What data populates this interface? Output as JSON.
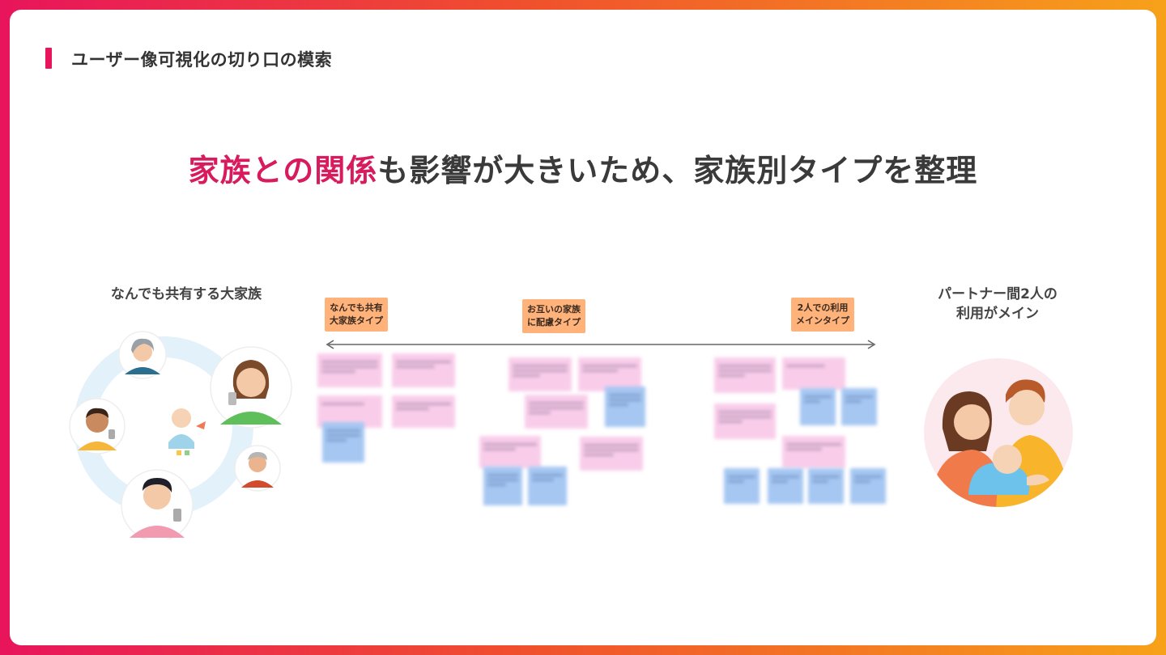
{
  "section_title": "ユーザー像可視化の切り口の模索",
  "headline": {
    "highlight": "家族との関係",
    "rest": "も影響が大きいため、家族別タイプを整理"
  },
  "left_persona": {
    "label": "なんでも共有する大家族",
    "illustration": "large-family-circle-illustration"
  },
  "right_persona": {
    "label_line1": "パートナー間2人の",
    "label_line2": "利用がメイン",
    "illustration": "couple-with-baby-illustration"
  },
  "axis": {
    "left_tag": {
      "line1": "なんでも共有",
      "line2": "大家族タイプ"
    },
    "mid_tag": {
      "line1": "お互いの家族",
      "line2": "に配慮タイプ"
    },
    "right_tag": {
      "line1": "2人での利用",
      "line2": "メインタイプ"
    }
  },
  "colors": {
    "accent": "#d81b5c",
    "frame_start": "#e8145c",
    "frame_end": "#f7a11a",
    "tag_bg": "#ffb27a",
    "sticky_pink": "#f9cdea",
    "sticky_blue": "#a6c7f2"
  }
}
